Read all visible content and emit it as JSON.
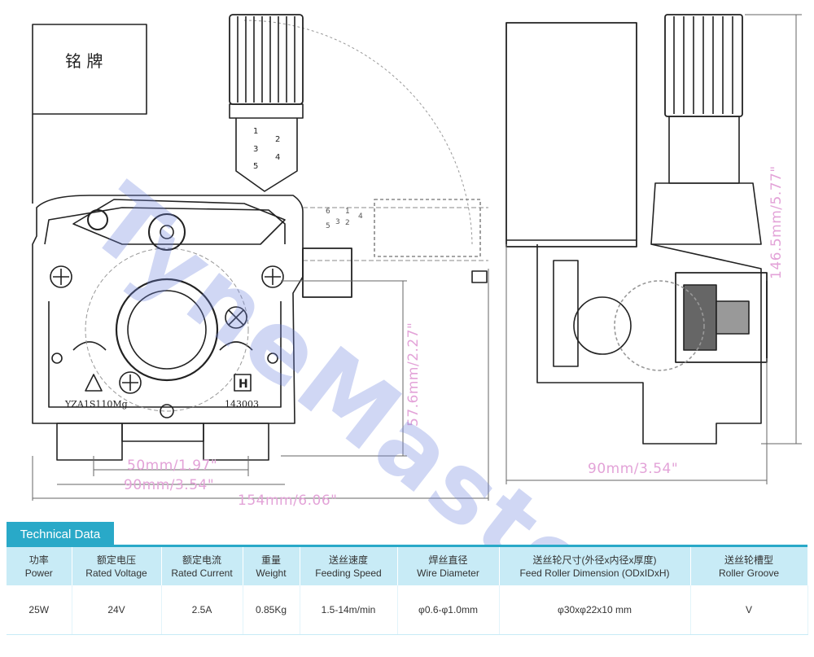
{
  "diagram": {
    "nameplate_text": "铭 牌",
    "model_marking": "YZA1S110Mg",
    "serial_marking": "143003",
    "h_mark": "H",
    "knob_scale_left": [
      "1",
      "3",
      "5"
    ],
    "knob_scale_right": [
      "2",
      "4"
    ],
    "knob_scale_side": [
      "1",
      "2",
      "3",
      "4",
      "5",
      "6"
    ]
  },
  "dimensions": {
    "roller_width": "50mm/1.97\"",
    "base_width": "90mm/3.54\"",
    "total_width": "154mm/6.06\"",
    "height_small": "57.6mm/2.27\"",
    "side_width": "90mm/3.54\"",
    "side_height": "146.5mm/5.77\""
  },
  "watermark": "TyneMaster",
  "tech_data": {
    "title": "Technical Data",
    "headers": [
      {
        "cn": "功率",
        "en": "Power"
      },
      {
        "cn": "额定电压",
        "en": "Rated Voltage"
      },
      {
        "cn": "额定电流",
        "en": "Rated Current"
      },
      {
        "cn": "重量",
        "en": "Weight"
      },
      {
        "cn": "送丝速度",
        "en": "Feeding Speed"
      },
      {
        "cn": "焊丝直径",
        "en": "Wire Diameter"
      },
      {
        "cn": "送丝轮尺寸(外径x内径x厚度)",
        "en": "Feed Roller Dimension  (ODxIDxH)"
      },
      {
        "cn": "送丝轮槽型",
        "en": "Roller Groove"
      }
    ],
    "values": [
      "25W",
      "24V",
      "2.5A",
      "0.85Kg",
      "1.5-14m/min",
      "φ0.6-φ1.0mm",
      "φ30xφ22x10 mm",
      "V"
    ]
  },
  "colors": {
    "accent": "#29a9c8",
    "header_bg": "#c8ebf6",
    "dimension_text": "#e3a3d8",
    "watermark": "#6e82dc"
  }
}
